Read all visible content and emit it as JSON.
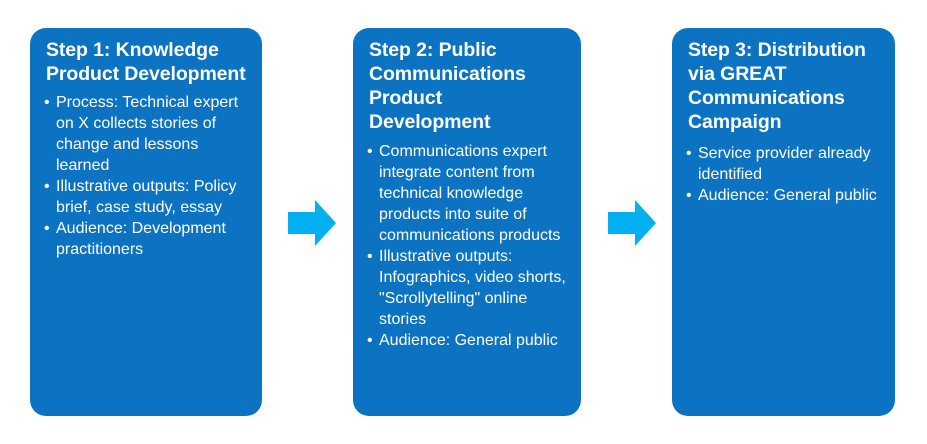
{
  "colors": {
    "box_fill": "#0c73c2",
    "arrow_fill": "#00b0f0",
    "text": "#ffffff",
    "background": "#ffffff"
  },
  "steps": [
    {
      "title": "Step 1: Knowledge Product Development",
      "bullets": [
        "Process: Technical expert on X collects stories of change and lessons learned",
        "Illustrative outputs: Policy brief, case study, essay",
        "Audience: Development practitioners"
      ]
    },
    {
      "title": "Step 2: Public Communications Product Development",
      "bullets": [
        "Communications expert integrate content from technical knowledge products into suite of communications products",
        "Illustrative outputs: Infographics, video shorts, \"Scrollytelling\" online stories",
        "Audience: General public"
      ]
    },
    {
      "title": "Step 3: Distribution via GREAT Communications Campaign",
      "bullets": [
        "Service provider already identified",
        "Audience: General public"
      ]
    }
  ],
  "arrows": [
    {
      "name": "arrow-step1-to-step2",
      "direction": "right"
    },
    {
      "name": "arrow-step2-to-step3",
      "direction": "right"
    }
  ]
}
